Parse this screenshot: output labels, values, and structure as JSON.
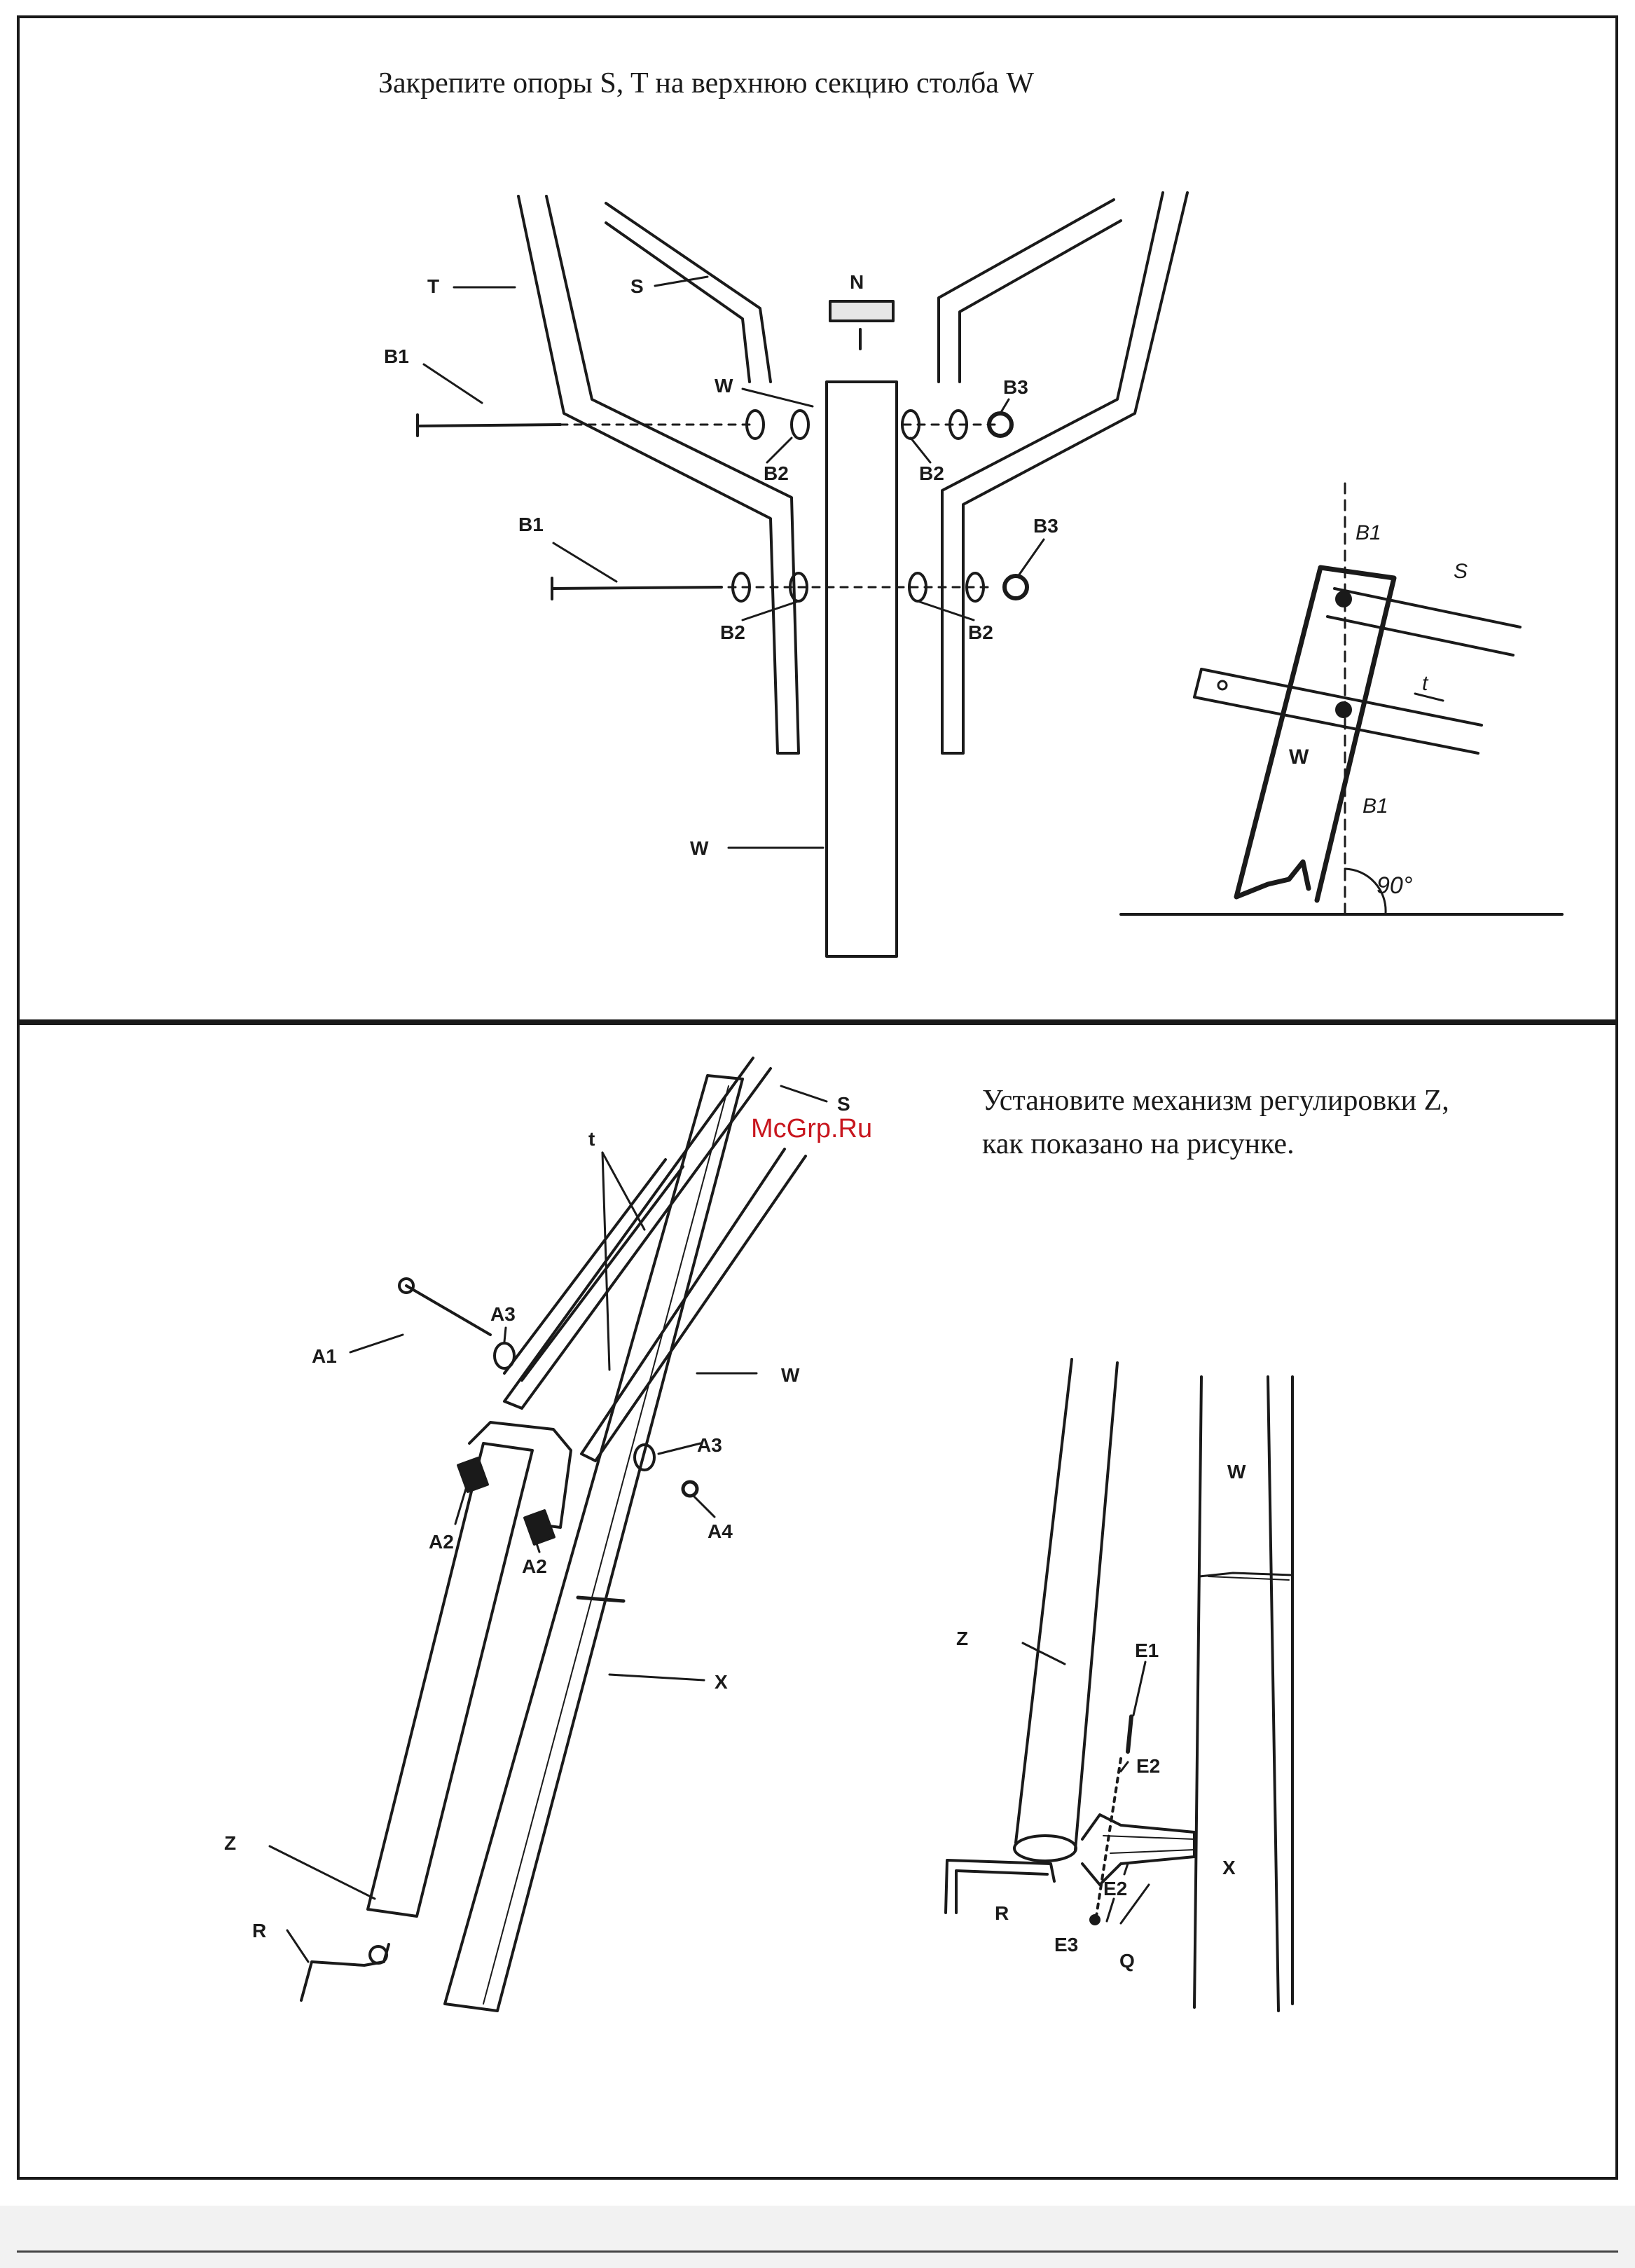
{
  "panel_top": {
    "caption": "Закрепите опоры S, T на верхнюю секцию столба W",
    "labels": {
      "T": "T",
      "S": "S",
      "N": "N",
      "W_top": "W",
      "W_bottom": "W",
      "B1_upper": "B1",
      "B1_lower": "B1",
      "B2_ul": "B2",
      "B2_ur": "B2",
      "B2_ll": "B2",
      "B2_lr": "B2",
      "B3_upper": "B3",
      "B3_lower": "B3"
    },
    "inset": {
      "B1_top": "B1",
      "B1_bottom": "B1",
      "S": "S",
      "T": "t",
      "W": "W",
      "angle": "90°"
    }
  },
  "panel_bottom": {
    "caption_line1": "Установите механизм регулировки Z,",
    "caption_line2": "как показано на рисунке.",
    "watermark": "McGrp.Ru",
    "labels": {
      "S": "S",
      "T": "t",
      "W": "W",
      "A1": "A1",
      "A3_left": "A3",
      "A3_right": "A3",
      "A2_left": "A2",
      "A2_right": "A2",
      "A4": "A4",
      "X": "X",
      "Z": "Z",
      "R": "R"
    },
    "detail": {
      "W": "W",
      "Z": "Z",
      "E1": "E1",
      "E2_top": "E2",
      "E2_bottom": "E2",
      "E3": "E3",
      "X": "X",
      "R": "R",
      "Q": "Q"
    }
  }
}
